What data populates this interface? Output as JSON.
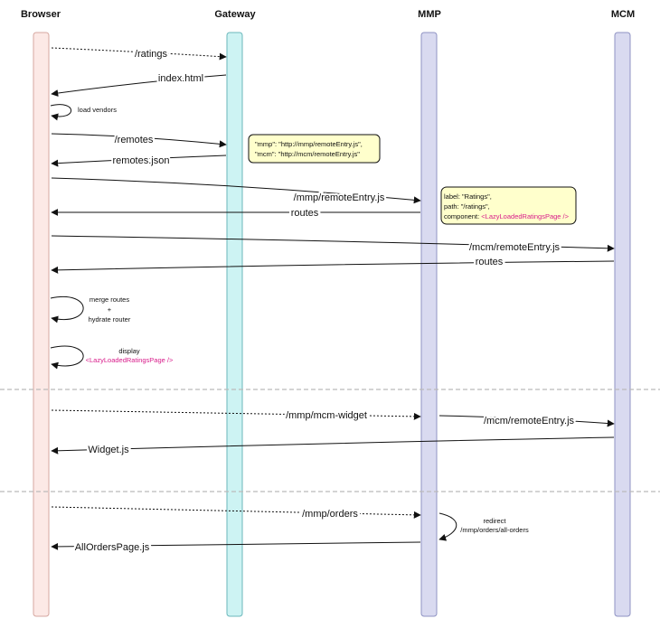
{
  "lanes": [
    {
      "name": "Browser",
      "fill": "#fce9e6",
      "stroke": "#d6a7a0"
    },
    {
      "name": "Gateway",
      "fill": "#cdf3f3",
      "stroke": "#6bb7bb"
    },
    {
      "name": "MMP",
      "fill": "#d9daf0",
      "stroke": "#8f93c3"
    },
    {
      "name": "MCM",
      "fill": "#d9daf0",
      "stroke": "#8f93c3"
    }
  ],
  "messages": {
    "ratings": "/ratings",
    "index_html": "index.html",
    "remotes": "/remotes",
    "remotes_json": "remotes.json",
    "mmp_remote_entry": "/mmp/remoteEntry.js",
    "routes_mmp": "routes",
    "mcm_remote_entry": "/mcm/remoteEntry.js",
    "routes_mcm": "routes",
    "mmp_mcm_widget": "/mmp/mcm-widget",
    "mcm_remote_entry_2": "/mcm/remoteEntry.js",
    "widget_js": "Widget.js",
    "mmp_orders": "/mmp/orders",
    "all_orders_page": "AllOrdersPage.js"
  },
  "self_calls": {
    "load_vendors": "load vendors",
    "merge_routes": "merge routes",
    "plus": "+",
    "hydrate_router": "hydrate router",
    "display": "display",
    "lazy_page": "<LazyLoadedRatingsPage />",
    "redirect": "redirect",
    "redirect_path": "/mmp/orders/all-orders"
  },
  "notes": {
    "remotes_note": {
      "line1": "\"mmp\": \"http://mmp/remoteEntry.js\",",
      "line2": "\"mcm\": \"http://mcm/remoteEntry.js\""
    },
    "routes_note": {
      "line1": "label: \"Ratings\",",
      "line2": "path: \"/ratings\",",
      "line3_prefix": "component: ",
      "line3_component": "<LazyLoadedRatingsPage />"
    },
    "note_fill": "#ffffcc"
  }
}
